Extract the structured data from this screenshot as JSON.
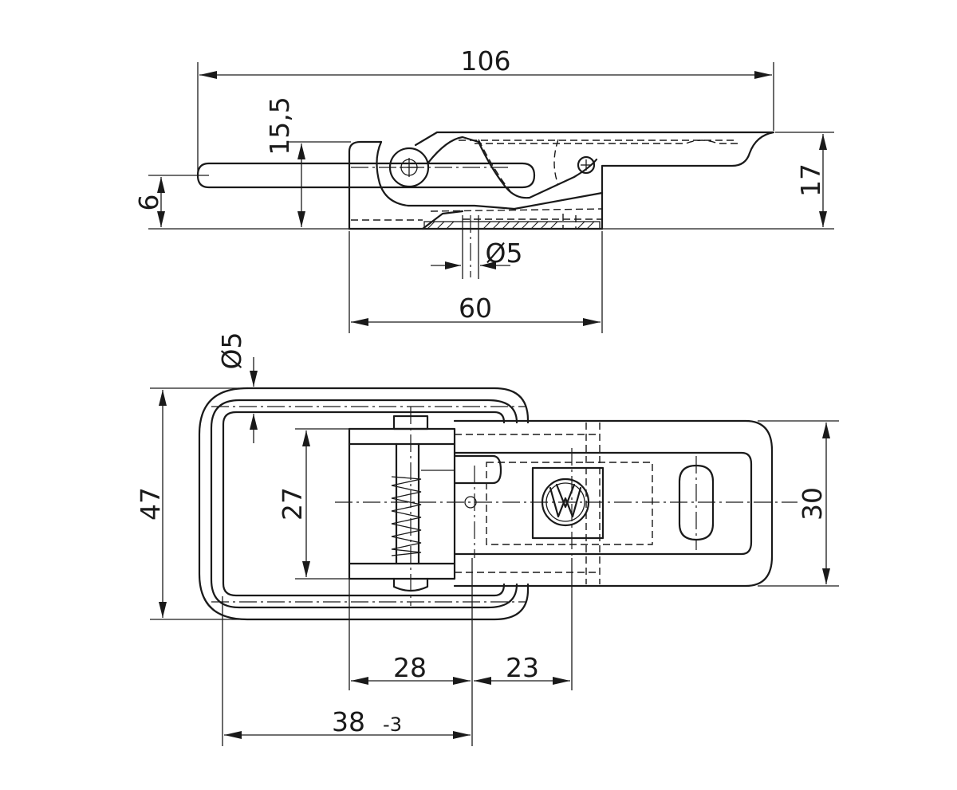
{
  "dimensions": {
    "overall_length": "106",
    "lever_height": "15,5",
    "thickness": "6",
    "total_height": "17",
    "hole_dia_side": "Ø5",
    "base_length": "60",
    "hole_dia_top": "Ø5",
    "loop_width": "47",
    "spring_width": "27",
    "plate_width": "30",
    "span_28": "28",
    "span_23": "23",
    "span_38": "38",
    "span_38_tol": "-3"
  },
  "colors": {
    "line": "#1a1a1a",
    "background": "#ffffff"
  },
  "icons": {
    "logo": "vw-emblem-icon"
  }
}
